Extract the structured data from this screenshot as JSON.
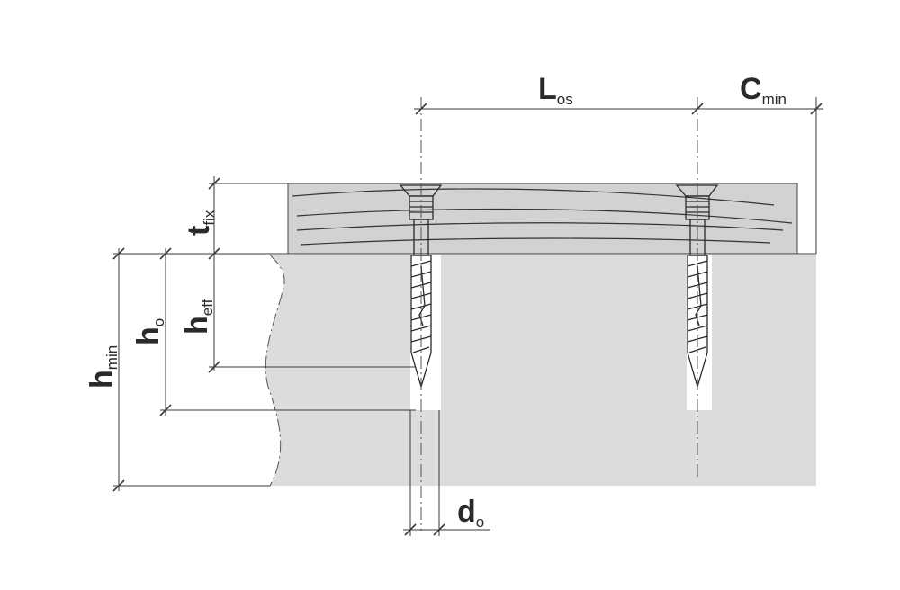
{
  "diagram": {
    "labels": {
      "los": {
        "main": "L",
        "sub": "os"
      },
      "cmin": {
        "main": "C",
        "sub": "min"
      },
      "tfix": {
        "main": "t",
        "sub": "fix"
      },
      "heff": {
        "main": "h",
        "sub": "eff"
      },
      "ho": {
        "main": "h",
        "sub": "o"
      },
      "hmin": {
        "main": "h",
        "sub": "min"
      },
      "do": {
        "main": "d",
        "sub": "o"
      }
    },
    "colors": {
      "concrete": "#dcdcdc",
      "timber": "#d2d2d2",
      "line": "#2a2a2a",
      "screw": "#ffffff"
    }
  }
}
